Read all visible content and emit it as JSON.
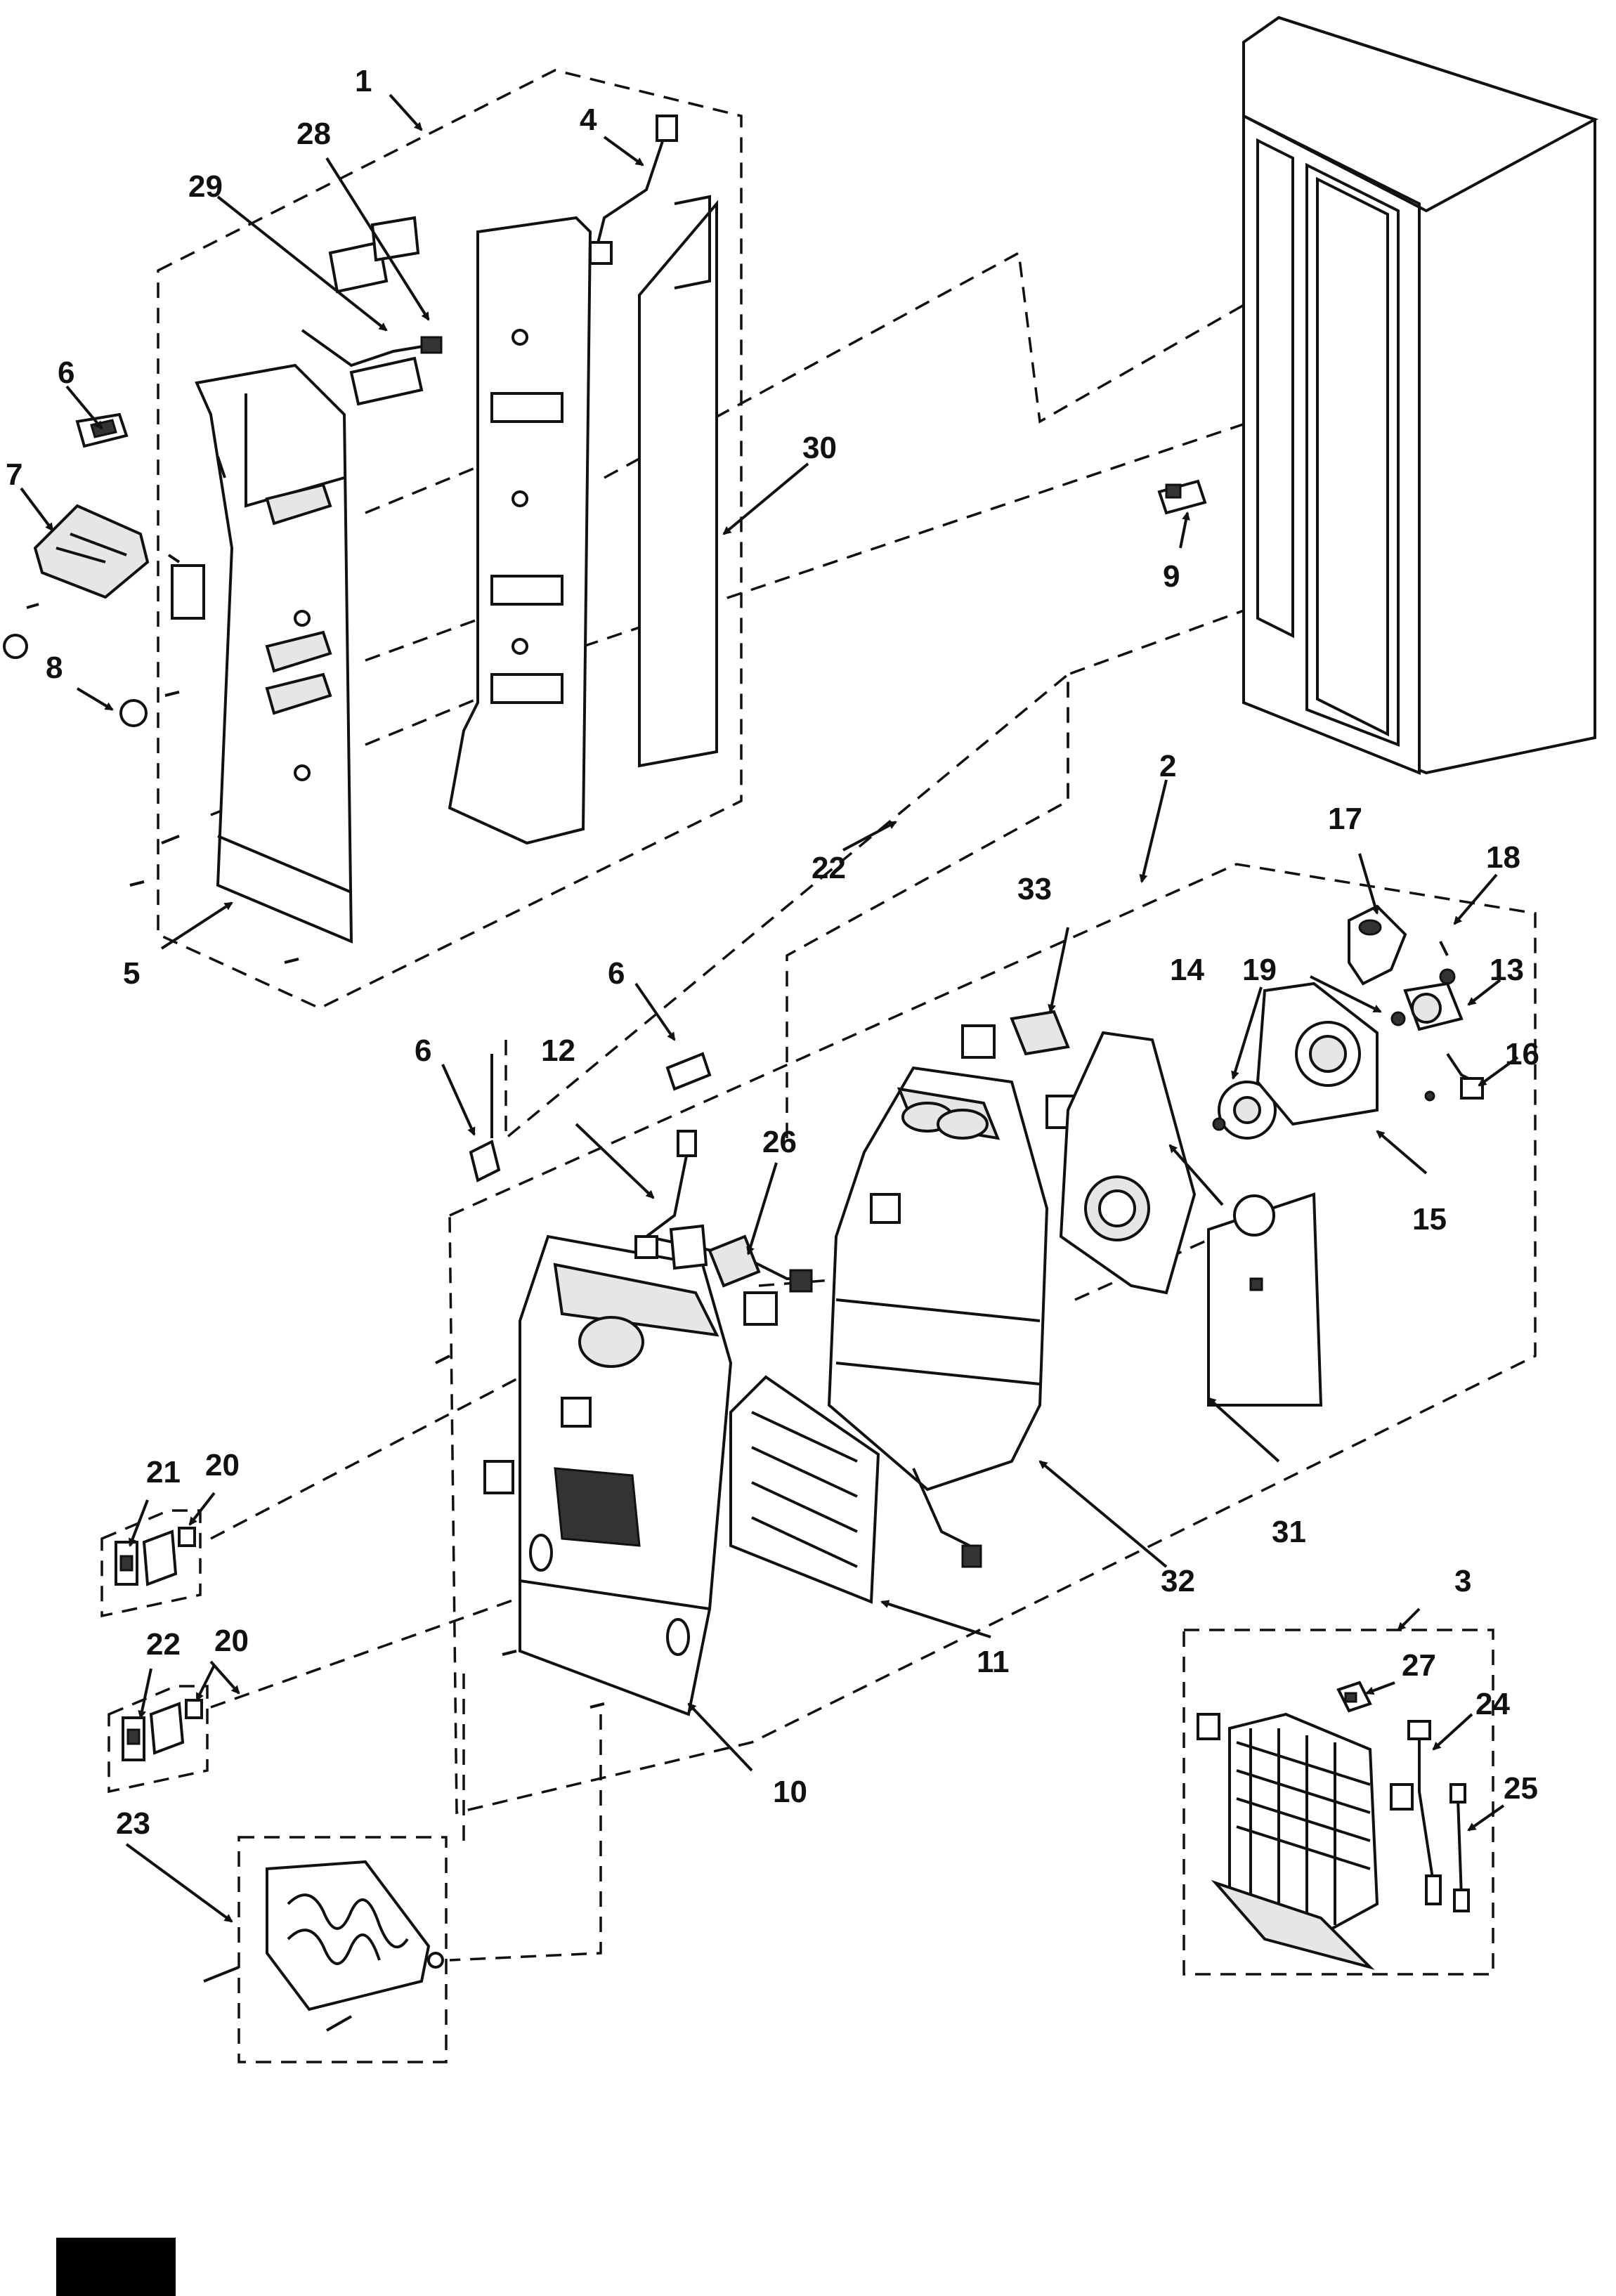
{
  "callouts": {
    "c1": "1",
    "c2": "2",
    "c3": "3",
    "c4": "4",
    "c5": "5",
    "c6a": "6",
    "c6b": "6",
    "c6c": "6",
    "c7": "7",
    "c8": "8",
    "c9": "9",
    "c10": "10",
    "c11": "11",
    "c12": "12",
    "c13": "13",
    "c14": "14",
    "c15": "15",
    "c16": "16",
    "c17": "17",
    "c18": "18",
    "c19": "19",
    "c20a": "20",
    "c20b": "20",
    "c21": "21",
    "c22a": "22",
    "c22b": "22",
    "c23": "23",
    "c24": "24",
    "c25": "25",
    "c26": "26",
    "c27": "27",
    "c28": "28",
    "c29": "29",
    "c30": "30",
    "c31": "31",
    "c32": "32",
    "c33": "33"
  }
}
